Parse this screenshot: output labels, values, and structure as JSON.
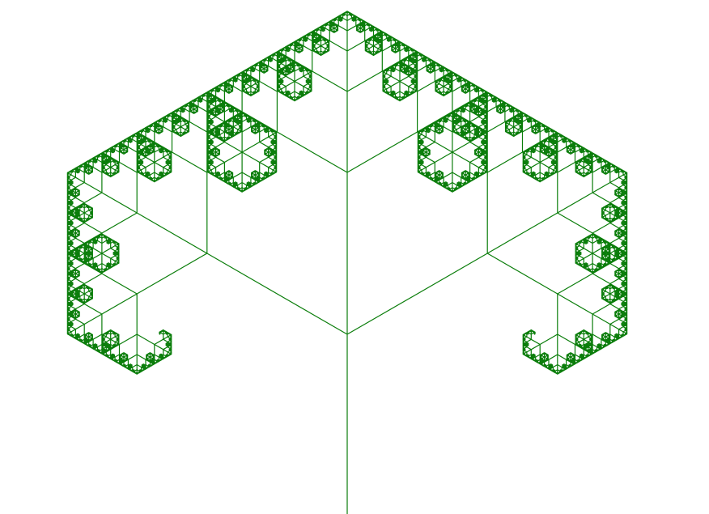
{
  "figure": {
    "subject": "fractal tree",
    "background_color": "#ffffff",
    "line_color": "#0a7d0a",
    "branching": {
      "children_per_branch": 3,
      "branch_angle_degrees": 60,
      "length_ratio": 0.5,
      "depth": 9
    }
  }
}
